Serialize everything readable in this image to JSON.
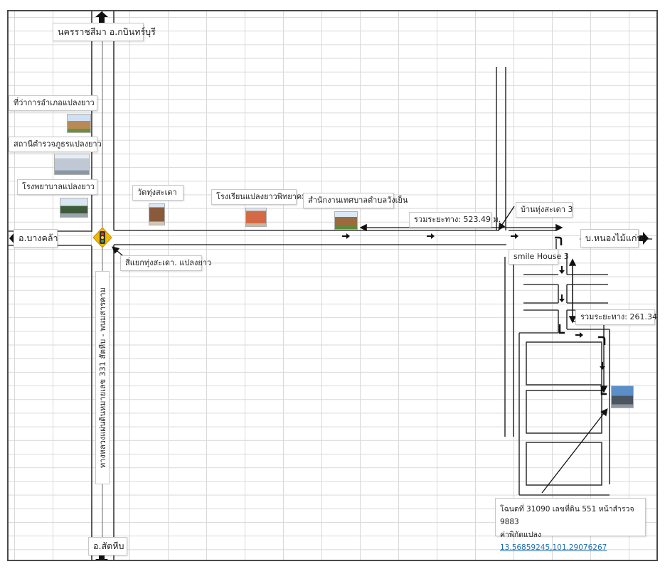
{
  "map": {
    "title_hint": "แผนที่ตั้งแปลงที่ดิน",
    "directions": {
      "north": "นครราชสีมา  อ.กบินทร์บุรี",
      "west": "อ.บางคล้า",
      "east": "บ.หนองไม้แก่น",
      "south": "อ.สัตหีบ"
    },
    "highway_label": "ทางหลวงแผ่นดินหมายเลข 331 สัตหีบ - พนมสารคาม",
    "intersection": "สี่แยกทุ่งสะเดา. แปลงยาว",
    "landmarks": [
      {
        "name": "ที่ว่าการอำเภอแปลงยาว",
        "icon": "government-building-icon"
      },
      {
        "name": "สถานีตำรวจภูธรแปลงยาว",
        "icon": "police-station-icon"
      },
      {
        "name": "โรงพยาบาลแปลงยาว",
        "icon": "hospital-icon"
      },
      {
        "name": "วัดทุ่งสะเดา",
        "icon": "temple-icon"
      },
      {
        "name": "โรงเรียนแปลงยาวพิทยาคม",
        "icon": "school-icon"
      },
      {
        "name": "สำนักงานเทศบาลตำบลวังเย็น",
        "icon": "municipal-office-icon"
      }
    ],
    "village_1": "บ้านทุ่งสะเดา 3",
    "village_2": "smile House 3",
    "distance_1": "รวมระยะทาง: 523.49 ม.",
    "distance_2": "รวมระยะทาง: 261.34 ม",
    "deed": {
      "line1": "โฉนดที่ 31090 เลขที่ดิน 551 หน้าสำรวจ 9883",
      "coord_label": "ค่าพิกัดแปลง",
      "coord_value": "13.56859245,101.29076267"
    },
    "colors": {
      "road_line": "#3a3a3a",
      "grid": "#d9d9d9",
      "link": "#1f6fb5",
      "traffic_sign": "#f2b705"
    }
  }
}
